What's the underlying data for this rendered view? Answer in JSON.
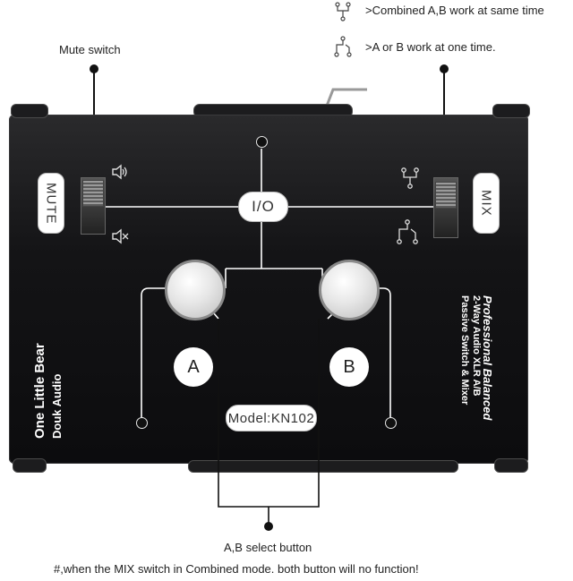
{
  "legend": {
    "combined_text": ">Combined A,B work at same time",
    "either_text": ">A or B work at one time.",
    "combined_icon": "combined-routing-icon",
    "either_icon": "either-routing-icon"
  },
  "annotations": {
    "mute_switch": "Mute switch",
    "select_button": "A,B select button",
    "note": "#,when the MIX switch in Combined mode. both button will no function!"
  },
  "device": {
    "mute_label": "MUTE",
    "mix_label": "MIX",
    "io_label": "I/O",
    "button_a_label": "A",
    "button_b_label": "B",
    "model_label": "Model:KN102",
    "brand_line1": "One Little Bear",
    "brand_line2": "Douk Audio",
    "spec_line1": "Professional Balanced",
    "spec_line2": "2-Way Audio XLR A/B",
    "spec_line3": "Passive Switch & Mixer",
    "speaker_on_icon": "speaker-on-icon",
    "speaker_muted_icon": "speaker-muted-icon"
  },
  "colors": {
    "device_body": "#141416",
    "label_bg": "#ffffff",
    "line": "#ffffff"
  }
}
